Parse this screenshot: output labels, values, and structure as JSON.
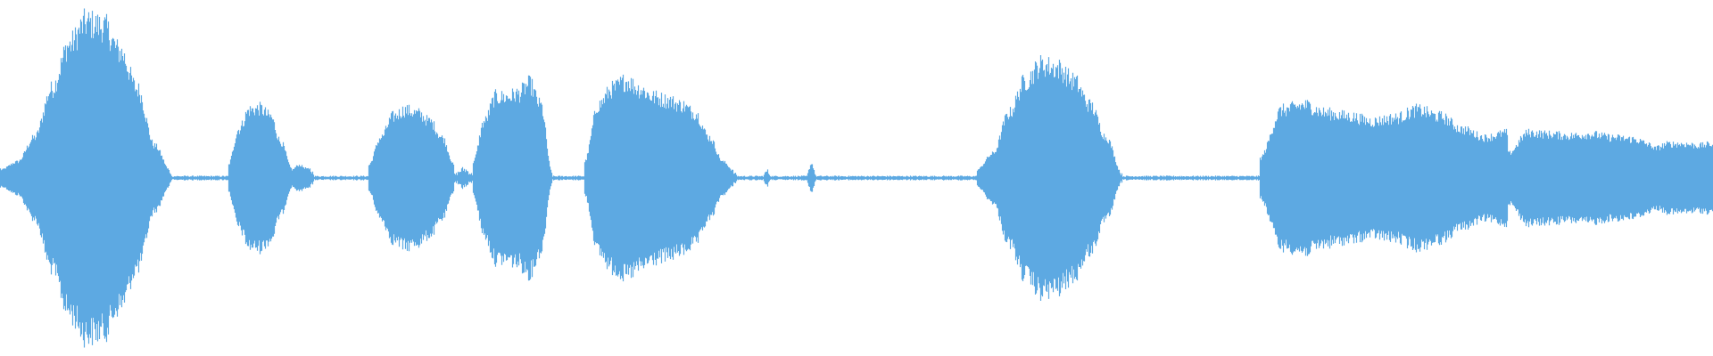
{
  "waveform": {
    "color": "#5DA9E2",
    "background": "#FFFFFF",
    "amplitude_scale": 1.0,
    "segments": [
      {
        "kind": "sound",
        "start": 0.0,
        "end": 0.1,
        "env": [
          0.05,
          0.1,
          0.25,
          0.55,
          0.82,
          0.96,
          0.94,
          0.78,
          0.55,
          0.2,
          0.03
        ]
      },
      {
        "kind": "silence",
        "start": 0.1,
        "end": 0.133
      },
      {
        "kind": "sound",
        "start": 0.133,
        "end": 0.17,
        "env": [
          0.08,
          0.3,
          0.42,
          0.43,
          0.38,
          0.22,
          0.06
        ]
      },
      {
        "kind": "sound",
        "start": 0.17,
        "end": 0.183,
        "env": [
          0.05,
          0.08,
          0.06,
          0.03
        ]
      },
      {
        "kind": "silence",
        "start": 0.183,
        "end": 0.215
      },
      {
        "kind": "sound",
        "start": 0.215,
        "end": 0.265,
        "env": [
          0.08,
          0.25,
          0.38,
          0.42,
          0.4,
          0.35,
          0.25,
          0.08
        ]
      },
      {
        "kind": "sound",
        "start": 0.265,
        "end": 0.276,
        "env": [
          0.02,
          0.05,
          0.02
        ]
      },
      {
        "kind": "sound",
        "start": 0.276,
        "end": 0.322,
        "env": [
          0.1,
          0.35,
          0.5,
          0.5,
          0.52,
          0.58,
          0.45,
          0.03
        ]
      },
      {
        "kind": "silence",
        "start": 0.322,
        "end": 0.341
      },
      {
        "kind": "sound",
        "start": 0.341,
        "end": 0.43,
        "env": [
          0.1,
          0.45,
          0.55,
          0.6,
          0.55,
          0.5,
          0.48,
          0.45,
          0.4,
          0.25,
          0.1,
          0.02
        ]
      },
      {
        "kind": "silence",
        "start": 0.43,
        "end": 0.445
      },
      {
        "kind": "sound",
        "start": 0.445,
        "end": 0.45,
        "env": [
          0.01,
          0.04,
          0.01
        ]
      },
      {
        "kind": "silence",
        "start": 0.45,
        "end": 0.471
      },
      {
        "kind": "sound",
        "start": 0.471,
        "end": 0.476,
        "env": [
          0.02,
          0.09,
          0.02
        ]
      },
      {
        "kind": "silence",
        "start": 0.476,
        "end": 0.57
      },
      {
        "kind": "sound",
        "start": 0.57,
        "end": 0.655,
        "env": [
          0.05,
          0.15,
          0.4,
          0.6,
          0.7,
          0.68,
          0.6,
          0.45,
          0.25,
          0.02
        ]
      },
      {
        "kind": "silence",
        "start": 0.655,
        "end": 0.735
      },
      {
        "kind": "sound",
        "start": 0.735,
        "end": 0.88,
        "env": [
          0.12,
          0.42,
          0.45,
          0.4,
          0.38,
          0.35,
          0.37,
          0.42,
          0.38,
          0.3,
          0.25,
          0.28
        ]
      },
      {
        "kind": "sound",
        "start": 0.88,
        "end": 0.965,
        "env": [
          0.15,
          0.28,
          0.27,
          0.26,
          0.27,
          0.25,
          0.24,
          0.2
        ]
      },
      {
        "kind": "sound",
        "start": 0.965,
        "end": 1.0,
        "env": [
          0.18,
          0.21,
          0.21,
          0.2,
          0.21
        ]
      }
    ],
    "silence_level": 0.01
  }
}
